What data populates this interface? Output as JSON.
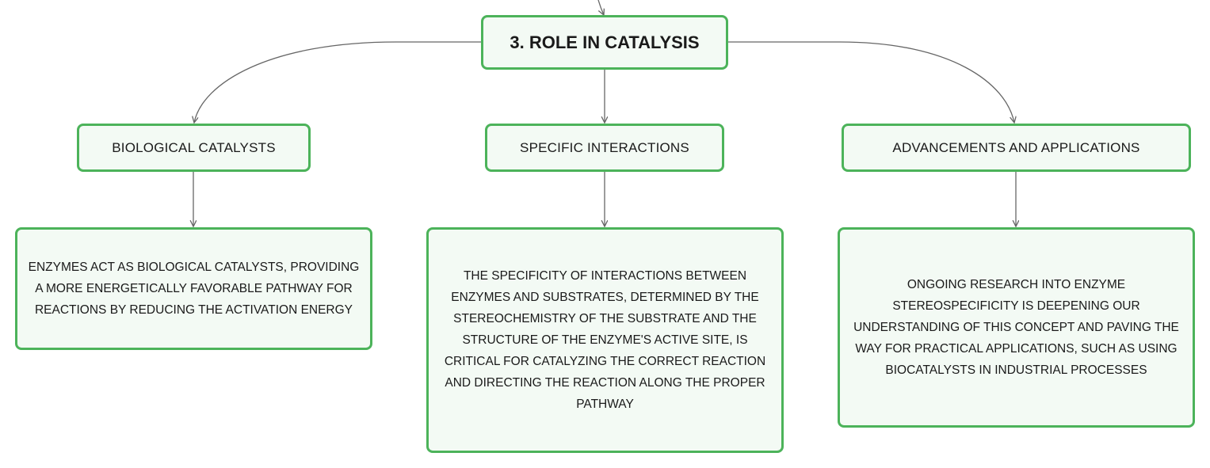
{
  "root": {
    "label": "3. ROLE IN CATALYSIS"
  },
  "topics": [
    {
      "label": "BIOLOGICAL CATALYSTS",
      "detail": "ENZYMES ACT AS BIOLOGICAL CATALYSTS, PROVIDING A MORE ENERGETICALLY FAVORABLE PATHWAY FOR REACTIONS BY REDUCING THE ACTIVATION ENERGY"
    },
    {
      "label": "SPECIFIC INTERACTIONS",
      "detail": "THE SPECIFICITY OF INTERACTIONS BETWEEN ENZYMES AND SUBSTRATES, DETERMINED BY THE STEREOCHEMISTRY OF THE SUBSTRATE AND THE STRUCTURE OF THE ENZYME'S ACTIVE SITE, IS CRITICAL FOR CATALYZING THE CORRECT REACTION AND DIRECTING THE REACTION ALONG THE PROPER PATHWAY"
    },
    {
      "label": "ADVANCEMENTS AND APPLICATIONS",
      "detail": "ONGOING RESEARCH INTO ENZYME STEREOSPECIFICITY IS DEEPENING OUR UNDERSTANDING OF THIS CONCEPT AND PAVING THE WAY FOR PRACTICAL APPLICATIONS, SUCH AS USING BIOCATALYSTS IN INDUSTRIAL PROCESSES"
    }
  ],
  "colors": {
    "node_border": "#4cb35a",
    "node_fill": "#f3faf4",
    "connector": "#666666",
    "text": "#1a1a1a"
  }
}
